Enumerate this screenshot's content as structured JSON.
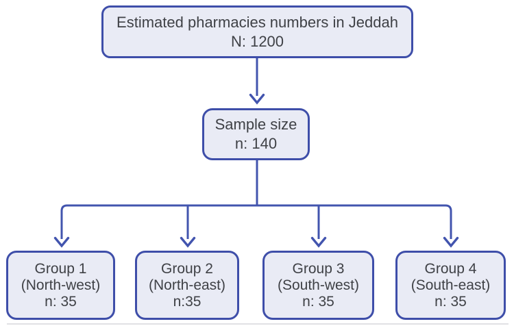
{
  "colors": {
    "box_border": "#3e4ea9",
    "box_fill": "#e9ebf5",
    "connector": "#4254ae",
    "text": "#3f4146"
  },
  "chart_data": {
    "type": "flowchart",
    "root": {
      "label": "Estimated pharmacies numbers in Jeddah",
      "N": 1200
    },
    "sample": {
      "label": "Sample size",
      "n": 140
    },
    "groups": [
      {
        "name": "Group 1",
        "region": "North-west",
        "n": 35
      },
      {
        "name": "Group 2",
        "region": "North-east",
        "n": 35
      },
      {
        "name": "Group 3",
        "region": "South-west",
        "n": 35
      },
      {
        "name": "Group 4",
        "region": "South-east",
        "n": 35
      }
    ]
  },
  "nodes": {
    "total": {
      "lines": [
        "Estimated pharmacies numbers in Jeddah",
        "N: 1200"
      ]
    },
    "sample": {
      "lines": [
        "Sample size",
        "n: 140"
      ]
    },
    "groups": [
      {
        "lines": [
          "Group 1",
          "(North-west)",
          "n: 35"
        ]
      },
      {
        "lines": [
          "Group 2",
          "(North-east)",
          "n:35"
        ]
      },
      {
        "lines": [
          "Group 3",
          "(South-west)",
          "n: 35"
        ]
      },
      {
        "lines": [
          "Group 4",
          "(South-east)",
          "n: 35"
        ]
      }
    ]
  }
}
